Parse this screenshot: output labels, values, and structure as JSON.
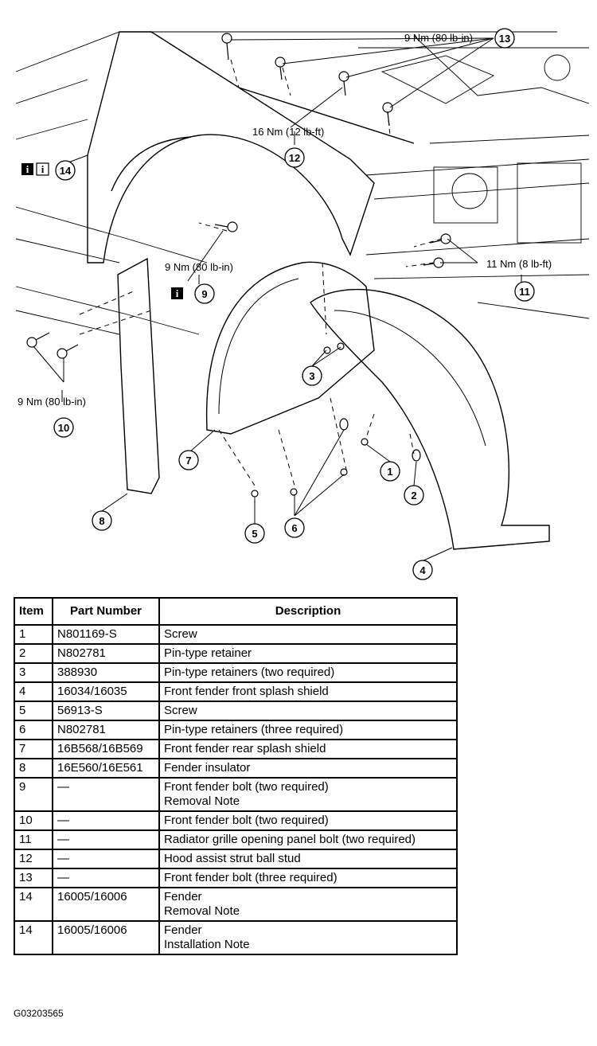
{
  "diagram": {
    "callouts": {
      "c1": "1",
      "c2": "2",
      "c3": "3",
      "c4": "4",
      "c5": "5",
      "c6": "6",
      "c7": "7",
      "c8": "8",
      "c9": "9",
      "c10": "10",
      "c11": "11",
      "c12": "12",
      "c13": "13",
      "c14": "14"
    },
    "torques": {
      "t13": "9 Nm (80 lb-in)",
      "t12": "16 Nm (12 lb-ft)",
      "t9": "9 Nm (80 lb-in)",
      "t11": "11 Nm (8 lb-ft)",
      "t10": "9 Nm (80 lb-in)"
    },
    "info_icon": "i"
  },
  "table": {
    "headers": {
      "item": "Item",
      "part_number": "Part Number",
      "description": "Description"
    },
    "rows": [
      {
        "item": "1",
        "part": "N801169-S",
        "desc": [
          "Screw"
        ]
      },
      {
        "item": "2",
        "part": "N802781",
        "desc": [
          "Pin-type retainer"
        ]
      },
      {
        "item": "3",
        "part": "388930",
        "desc": [
          "Pin-type retainers (two required)"
        ]
      },
      {
        "item": "4",
        "part": "16034/16035",
        "desc": [
          "Front fender front splash shield"
        ]
      },
      {
        "item": "5",
        "part": "56913-S",
        "desc": [
          "Screw"
        ]
      },
      {
        "item": "6",
        "part": "N802781",
        "desc": [
          "Pin-type retainers (three required)"
        ]
      },
      {
        "item": "7",
        "part": "16B568/16B569",
        "desc": [
          "Front fender rear splash shield"
        ]
      },
      {
        "item": "8",
        "part": "16E560/16E561",
        "desc": [
          "Fender insulator"
        ]
      },
      {
        "item": "9",
        "part": "—",
        "desc": [
          "Front fender bolt (two required)",
          "Removal Note"
        ]
      },
      {
        "item": "10",
        "part": "—",
        "desc": [
          "Front fender bolt (two required)"
        ]
      },
      {
        "item": "11",
        "part": "—",
        "desc": [
          "Radiator grille opening panel bolt (two required)"
        ]
      },
      {
        "item": "12",
        "part": "—",
        "desc": [
          "Hood assist strut ball stud"
        ]
      },
      {
        "item": "13",
        "part": "—",
        "desc": [
          "Front fender bolt (three required)"
        ]
      },
      {
        "item": "14",
        "part": "16005/16006",
        "desc": [
          "Fender",
          "Removal Note"
        ]
      },
      {
        "item": "14",
        "part": "16005/16006",
        "desc": [
          "Fender",
          "Installation Note"
        ]
      }
    ]
  },
  "figure_id": "G03203565"
}
